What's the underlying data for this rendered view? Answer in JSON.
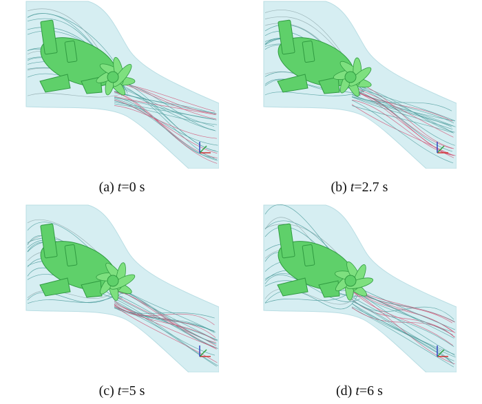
{
  "panels": [
    {
      "id": "a",
      "label": "(a) ",
      "var": "t",
      "value": "=0 s",
      "time_s": 0
    },
    {
      "id": "b",
      "label": "(b) ",
      "var": "t",
      "value": "=2.7 s",
      "time_s": 2.7
    },
    {
      "id": "c",
      "label": "(c) ",
      "var": "t",
      "value": "=5 s",
      "time_s": 5
    },
    {
      "id": "d",
      "label": "(d) ",
      "var": "t",
      "value": "=6 s",
      "time_s": 6
    }
  ],
  "colors": {
    "flow_domain": "#d6eef2",
    "streamline_teal": "#4a9a9a",
    "streamline_grey": "#8fa8ac",
    "streamline_red": "#d2466a",
    "body_green": "#5fd06a",
    "body_dark": "#2f9a40",
    "axis_x": "#d23030",
    "axis_y": "#30a040",
    "axis_z": "#3040c0"
  }
}
